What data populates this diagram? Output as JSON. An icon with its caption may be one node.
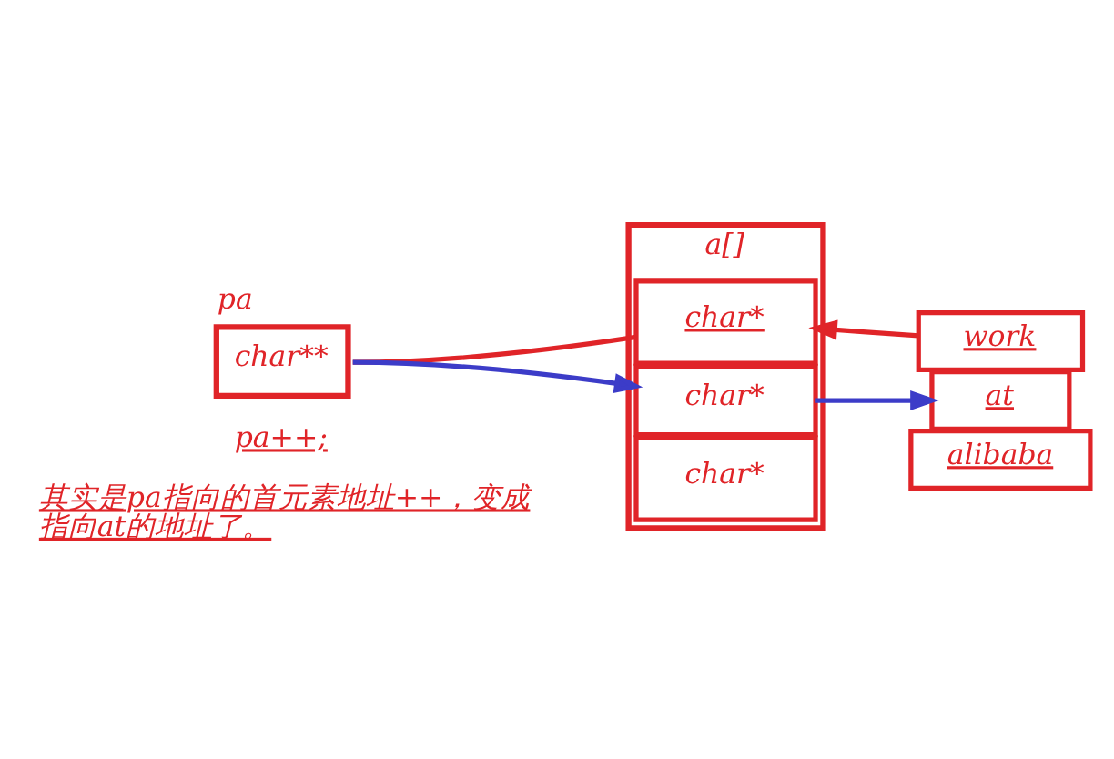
{
  "diagram": {
    "nodes": [
      {
        "text": [
          "pa",
          "char**"
        ]
      },
      {
        "text": [
          "a[]"
        ]
      },
      {
        "text": [
          "char*"
        ],
        "in": 1
      },
      {
        "text": [
          "char*"
        ],
        "in": 1
      },
      {
        "text": [
          "char*"
        ],
        "in": 1
      },
      {
        "text": [
          "work"
        ]
      },
      {
        "text": [
          "at"
        ]
      },
      {
        "text": [
          "alibaba"
        ]
      }
    ],
    "edges": [
      {
        "from": 0,
        "to": 2,
        "arrow": "none",
        "color": "#e02428"
      },
      {
        "from": 0,
        "to": 3,
        "arrow": "to",
        "color": "#3c3cc8"
      },
      {
        "from": 5,
        "to": 2,
        "arrow": "to",
        "color": "#e02428"
      },
      {
        "from": 3,
        "to": 6,
        "arrow": "to",
        "color": "#3c3cc8"
      }
    ],
    "labels": [
      "pa++;",
      "其实是pa指向的首元素地址++，变成指向at的地址了。"
    ]
  }
}
